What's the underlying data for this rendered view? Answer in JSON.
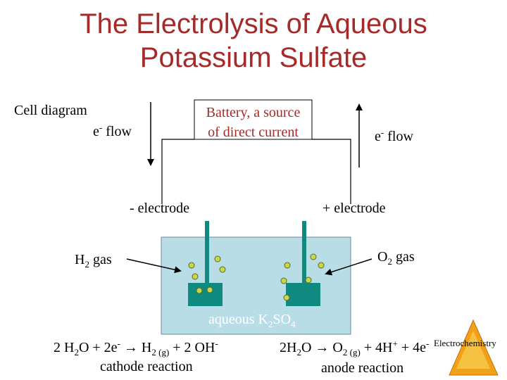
{
  "title": {
    "line1": "The Electrolysis of Aqueous",
    "line2": "Potassium Sulfate"
  },
  "labels": {
    "cell_diagram": "Cell diagram",
    "battery_line1": "Battery, a source",
    "battery_line2": "of direct current",
    "e_flow": "e",
    "e_flow_sup": "-",
    "flow_word": " flow",
    "neg_electrode": "- electrode",
    "pos_electrode": "+ electrode",
    "h2_gas": {
      "pre": "H",
      "sub": "2",
      "post": " gas"
    },
    "o2_gas": {
      "pre": "O",
      "sub": "2",
      "post": " gas"
    },
    "solution": {
      "pre": "aqueous K",
      "sub1": "2",
      "mid": "SO",
      "sub2": "4"
    },
    "cathode_reaction_label": "cathode reaction",
    "anode_reaction_label": "anode reaction",
    "logo_text": "Electrochemistry"
  },
  "equations": {
    "cathode": {
      "a": "2 H",
      "a_sub": "2",
      "b": "O + 2e",
      "b_sup": "-",
      "arrow": " → ",
      "c": "H",
      "c_sub": "2",
      "d": " (g)",
      "e": " + 2 OH",
      "e_sup": "-"
    },
    "anode": {
      "a": "2H",
      "a_sub": "2",
      "b": "O",
      "arrow": " → ",
      "c": "O",
      "c_sub": "2",
      "d": " (g)",
      "e": " + 4H",
      "e_sup": "+",
      "f": " + 4e",
      "f_sup": "-"
    }
  },
  "colors": {
    "title": "#a52a2a",
    "solution": "#b9dde6",
    "electrode": "#108a80",
    "bubble": "#c9d84a"
  }
}
